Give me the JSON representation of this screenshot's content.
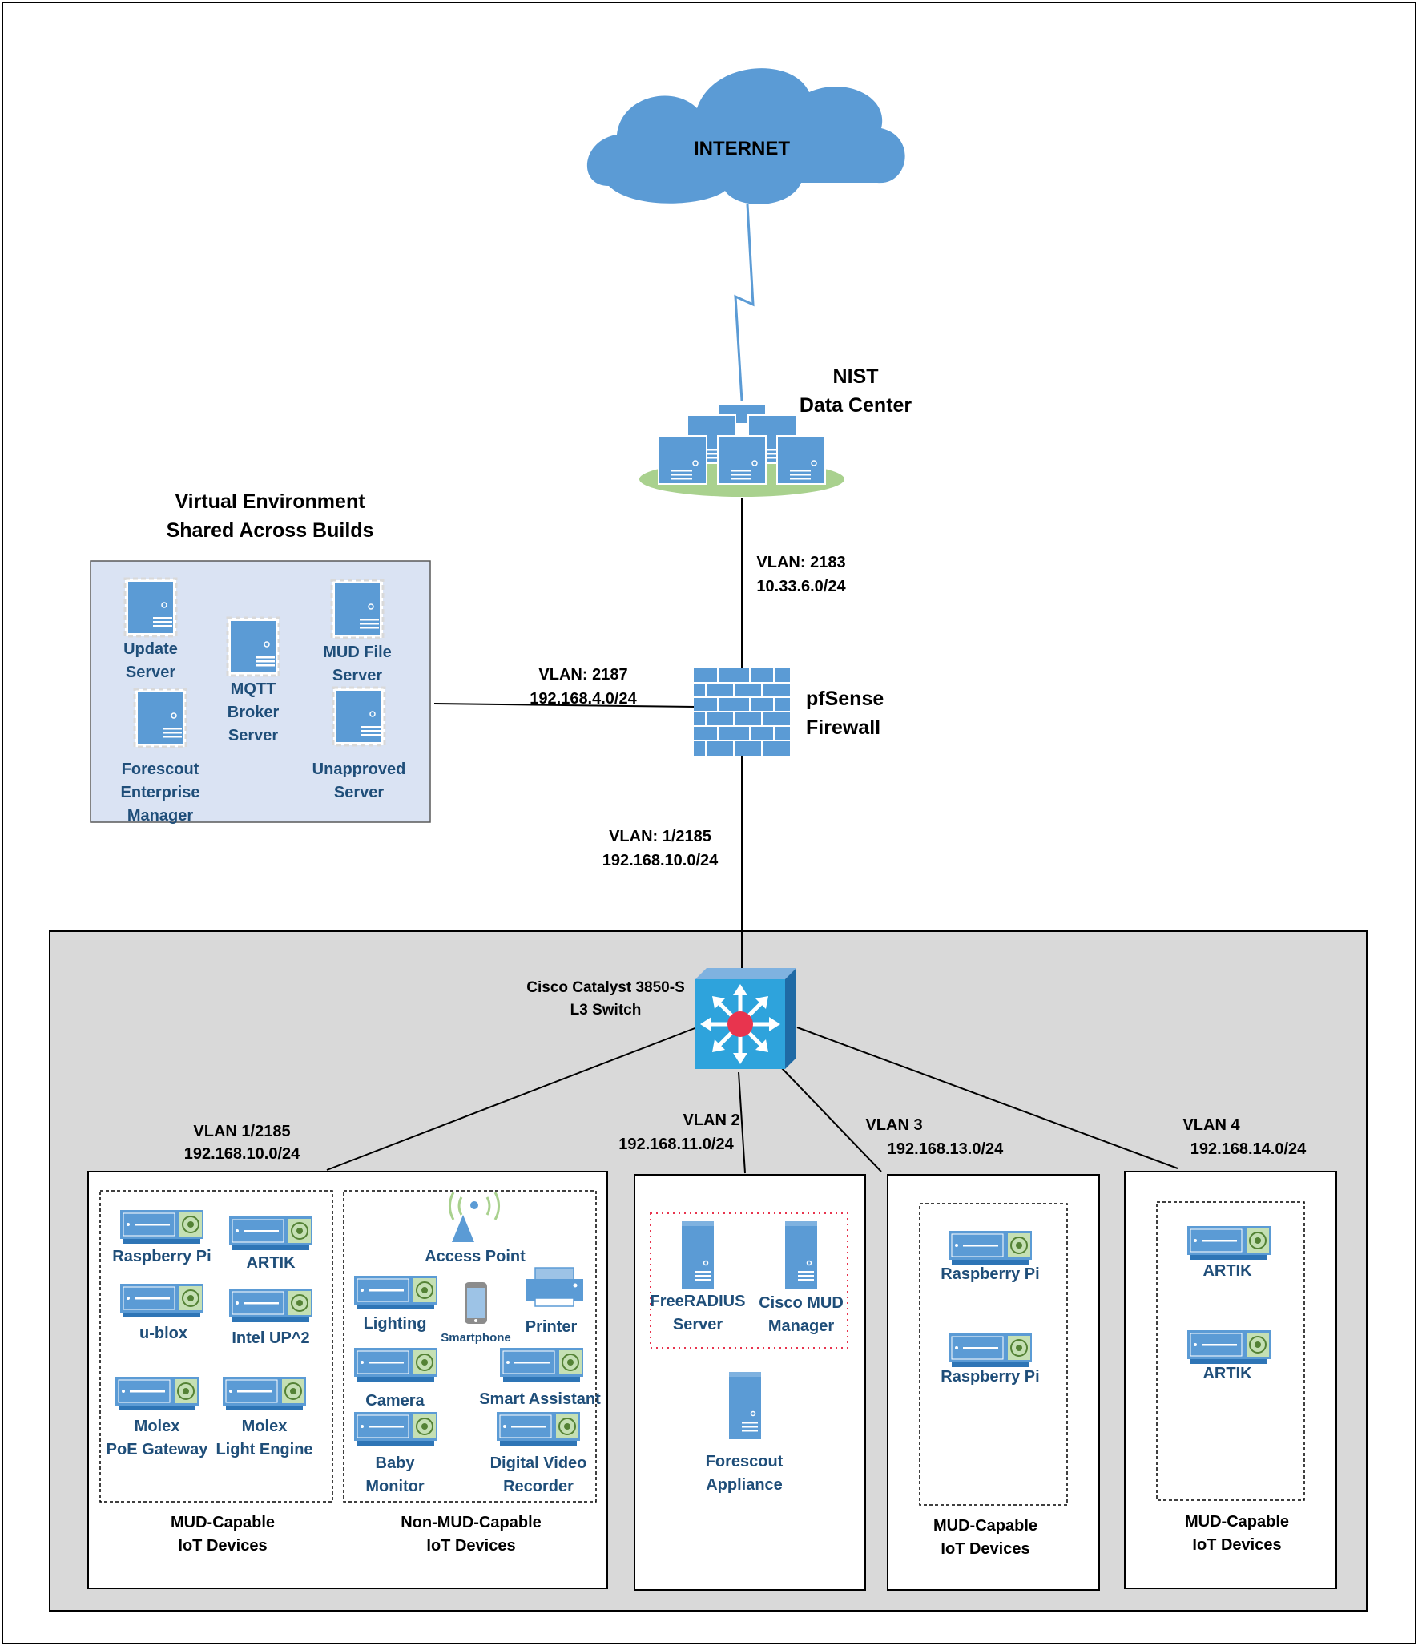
{
  "internet": {
    "label": "INTERNET"
  },
  "nist": {
    "line1": "NIST",
    "line2": "Data Center"
  },
  "firewall": {
    "line1": "pfSense",
    "line2": "Firewall"
  },
  "virtual_env": {
    "title1": "Virtual Environment",
    "title2": "Shared Across Builds",
    "servers": [
      {
        "lines": [
          "Update",
          "Server"
        ]
      },
      {
        "lines": [
          "MQTT",
          "Broker",
          "Server"
        ]
      },
      {
        "lines": [
          "MUD File",
          "Server"
        ]
      },
      {
        "lines": [
          "Forescout",
          "Enterprise",
          "Manager"
        ]
      },
      {
        "lines": [
          "Unapproved",
          "Server"
        ]
      }
    ]
  },
  "links": {
    "nist_fw": {
      "vlan": "VLAN: 2183",
      "subnet": "10.33.6.0/24"
    },
    "venv_fw": {
      "vlan": "VLAN: 2187",
      "subnet": "192.168.4.0/24"
    },
    "fw_switch": {
      "vlan": "VLAN: 1/2185",
      "subnet": "192.168.10.0/24"
    }
  },
  "switch": {
    "line1": "Cisco Catalyst 3850-S",
    "line2": "L3 Switch"
  },
  "vlans": [
    {
      "vlan": "VLAN 1/2185",
      "subnet": "192.168.10.0/24"
    },
    {
      "vlan": "VLAN 2",
      "subnet": "192.168.11.0/24"
    },
    {
      "vlan": "VLAN 3",
      "subnet": "192.168.13.0/24"
    },
    {
      "vlan": "VLAN 4",
      "subnet": "192.168.14.0/24"
    }
  ],
  "vlan1": {
    "mud_group": {
      "line1": "MUD-Capable",
      "line2": "IoT Devices"
    },
    "non_mud_group": {
      "line1": "Non-MUD-Capable",
      "line2": "IoT Devices"
    },
    "mud_devices": [
      {
        "lines": [
          "Raspberry Pi"
        ]
      },
      {
        "lines": [
          "ARTIK"
        ]
      },
      {
        "lines": [
          "u-blox"
        ]
      },
      {
        "lines": [
          "Intel UP^2"
        ]
      },
      {
        "lines": [
          "Molex",
          "PoE Gateway"
        ]
      },
      {
        "lines": [
          "Molex",
          "Light Engine"
        ]
      }
    ],
    "non_mud_devices": [
      {
        "lines": [
          "Access Point"
        ]
      },
      {
        "lines": [
          "Lighting"
        ]
      },
      {
        "lines": [
          "Smartphone"
        ]
      },
      {
        "lines": [
          "Printer"
        ]
      },
      {
        "lines": [
          "Camera"
        ]
      },
      {
        "lines": [
          "Smart Assistant"
        ]
      },
      {
        "lines": [
          "Baby",
          "Monitor"
        ]
      },
      {
        "lines": [
          "Digital Video",
          "Recorder"
        ]
      }
    ]
  },
  "vlan2": {
    "servers": [
      {
        "lines": [
          "FreeRADIUS",
          "Server"
        ]
      },
      {
        "lines": [
          "Cisco MUD",
          "Manager"
        ]
      },
      {
        "lines": [
          "Forescout",
          "Appliance"
        ]
      }
    ]
  },
  "vlan3": {
    "group": {
      "line1": "MUD-Capable",
      "line2": "IoT Devices"
    },
    "devices": [
      {
        "lines": [
          "Raspberry Pi"
        ]
      },
      {
        "lines": [
          "Raspberry Pi"
        ]
      }
    ]
  },
  "vlan4": {
    "group": {
      "line1": "MUD-Capable",
      "line2": "IoT Devices"
    },
    "devices": [
      {
        "lines": [
          "ARTIK"
        ]
      },
      {
        "lines": [
          "ARTIK"
        ]
      }
    ]
  },
  "colors": {
    "device_blue": "#5b9bd5",
    "device_blue_dark": "#2e75b6",
    "label_blue": "#1f4e79",
    "venv_fill": "#dae3f3",
    "build_fill": "#d9d9d9",
    "cloud": "#5b9bd5",
    "green_accent": "#a9d18e"
  }
}
